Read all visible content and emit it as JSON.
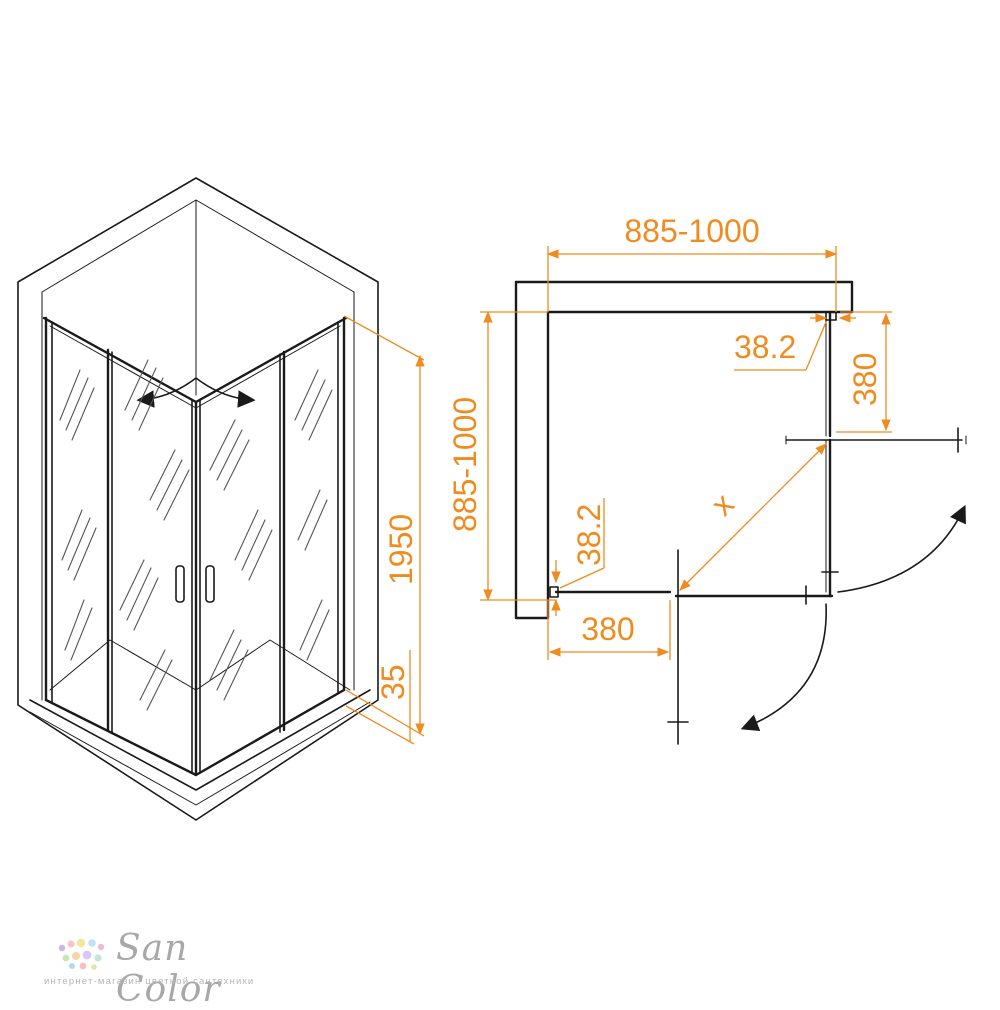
{
  "elevation_view": {
    "height_dimension": "1950",
    "tray_dimension": "35"
  },
  "plan_view": {
    "width_dimension": "885-1000",
    "depth_dimension": "885-1000",
    "top_door_offset": "38.2",
    "top_door_width": "380",
    "left_door_offset": "38.2",
    "left_door_width": "380",
    "diagonal_label": "x"
  },
  "colors": {
    "dimension": "#ef8b1f",
    "line": "#1a1a1a",
    "brand_gray": "#a8a8a8"
  },
  "brand": {
    "name": "San Color",
    "tagline": "интернет-магазин цветной сантехники"
  }
}
